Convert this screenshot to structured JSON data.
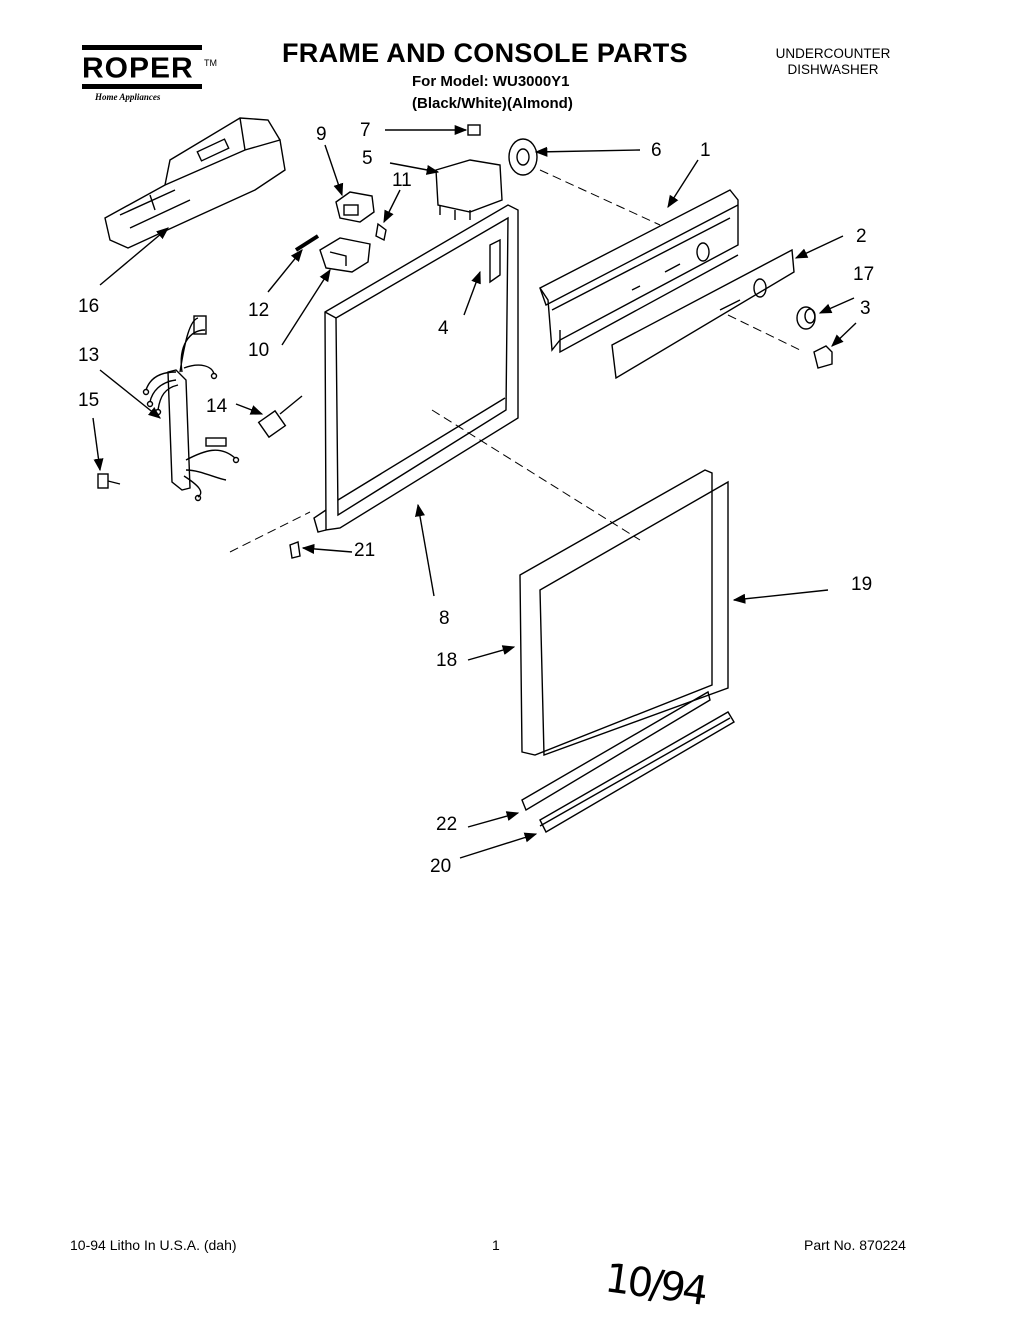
{
  "brand": {
    "name": "ROPER",
    "trademark": "TM",
    "tagline": "Home Appliances"
  },
  "header": {
    "title": "FRAME AND CONSOLE PARTS",
    "model_line": "For Model: WU3000Y1",
    "color_line": "(Black/White)(Almond)",
    "product_line1": "UNDERCOUNTER",
    "product_line2": "DISHWASHER"
  },
  "callouts": {
    "c1": "1",
    "c2": "2",
    "c3": "3",
    "c4": "4",
    "c5": "5",
    "c6": "6",
    "c7": "7",
    "c8": "8",
    "c9": "9",
    "c10": "10",
    "c11": "11",
    "c12": "12",
    "c13": "13",
    "c14": "14",
    "c15": "15",
    "c16": "16",
    "c17": "17",
    "c18": "18",
    "c19": "19",
    "c20": "20",
    "c21": "21",
    "c22": "22"
  },
  "footer": {
    "litho": "10-94 Litho In U.S.A. (dah)",
    "page_number": "1",
    "part_number": "Part No. 870224",
    "handwritten_date": "10/94"
  }
}
